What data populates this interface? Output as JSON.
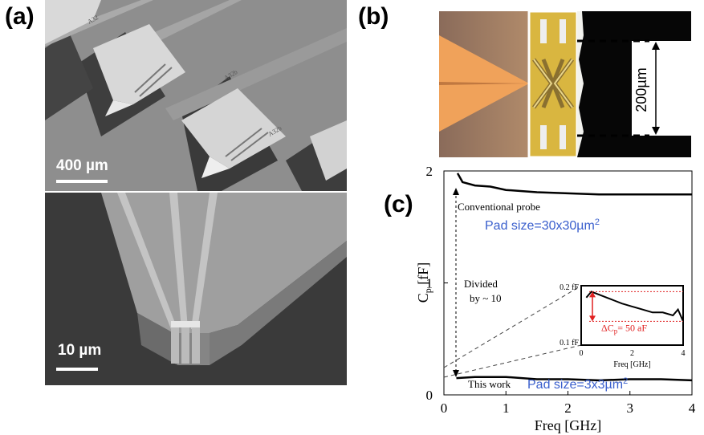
{
  "panels": {
    "a": {
      "label": "(a)",
      "top_scalebar": "400 µm",
      "bottom_scalebar": "10 µm",
      "chip_markings": [
        "A32",
        "A32b",
        "A32b"
      ]
    },
    "b": {
      "label": "(b)",
      "dimension": "200µm"
    },
    "c": {
      "label": "(c)"
    }
  },
  "chart_data": {
    "type": "line",
    "xlabel": "Freq [GHz]",
    "ylabel": "C_p [fF]",
    "xlim": [
      0,
      4
    ],
    "ylim": [
      0,
      2
    ],
    "x_ticks": [
      "0",
      "1",
      "2",
      "3",
      "4"
    ],
    "y_ticks": [
      "0",
      "1",
      "2"
    ],
    "series": [
      {
        "name": "Conventional probe",
        "x": [
          0.22,
          0.3,
          0.5,
          0.75,
          1.0,
          1.5,
          2.0,
          2.5,
          3.0,
          3.5,
          4.0
        ],
        "values": [
          1.98,
          1.9,
          1.87,
          1.86,
          1.83,
          1.81,
          1.8,
          1.79,
          1.79,
          1.79,
          1.79
        ],
        "annotation": "Pad size=30x30µm²"
      },
      {
        "name": "This work",
        "x": [
          0.2,
          0.5,
          1.0,
          1.5,
          2.0,
          2.5,
          3.0,
          3.5,
          4.0
        ],
        "values": [
          0.15,
          0.16,
          0.16,
          0.14,
          0.14,
          0.13,
          0.14,
          0.14,
          0.13
        ],
        "annotation": "Pad size=3x3µm²"
      }
    ],
    "annotations": {
      "divided": [
        "Divided",
        "by ~ 10"
      ],
      "conventional_label": "Conventional probe",
      "conventional_pad": "Pad size=30x30µm",
      "conventional_pad_sup": "2",
      "this_work_label": "This work",
      "this_work_pad": "Pad size=3x3µm",
      "this_work_pad_sup": "2"
    },
    "inset": {
      "xlabel": "Freq [GHz]",
      "x_ticks": [
        "0",
        "2",
        "4"
      ],
      "y_ticks": [
        "0.2 fF",
        "0.1 fF"
      ],
      "xlim": [
        0,
        4
      ],
      "ylim": [
        0.1,
        0.2
      ],
      "x": [
        0.2,
        0.4,
        0.7,
        1.0,
        1.3,
        1.6,
        2.0,
        2.4,
        2.8,
        3.2,
        3.6,
        3.8,
        4.0
      ],
      "values": [
        0.18,
        0.19,
        0.185,
        0.18,
        0.175,
        0.17,
        0.165,
        0.16,
        0.155,
        0.155,
        0.15,
        0.16,
        0.14
      ],
      "delta_label": "ΔC",
      "delta_sub": "p",
      "delta_value": "= 50 aF"
    }
  },
  "colors": {
    "annotation_blue": "#3a5fcd",
    "delta_red": "#e02020"
  }
}
